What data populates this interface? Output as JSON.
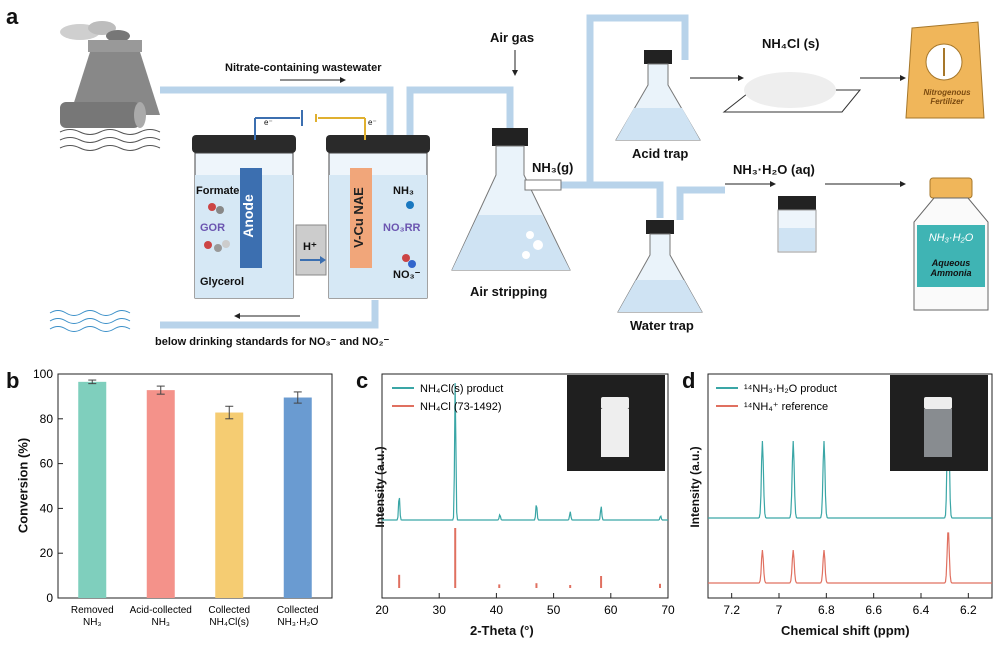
{
  "panel_a": {
    "letter": "a",
    "nitrate_wastewater": "Nitrate-containing wastewater",
    "below_standards": "below drinking standards for NO₃⁻ and NO₂⁻",
    "formate": "Formate",
    "gor": "GOR",
    "anode": "Anode",
    "glycerol": "Glycerol",
    "h_plus": "H⁺",
    "cathode": "V-Cu NAE",
    "nh3": "NH₃",
    "no3rr": "NO₃RR",
    "no3": "NO₃⁻",
    "e_left": "e⁻",
    "e_right": "e⁻",
    "air_gas": "Air gas",
    "nh3_gas": "NH₃(g)",
    "air_stripping": "Air stripping",
    "acid_trap": "Acid trap",
    "water_trap": "Water trap",
    "nh4cl_solid": "NH₄Cl (s)",
    "nh3_aq": "NH₃·H₂O (aq)",
    "fertilizer": "Nitrogenous Fertilizer",
    "bottle_formula": "NH₃·H₂O",
    "bottle_name": "Aqueous Ammonia"
  },
  "panel_b": {
    "letter": "b",
    "chart_data": {
      "type": "bar",
      "categories": [
        "Removed NH₃",
        "Acid-collected NH₃",
        "Collected NH₄Cl(s)",
        "Collected NH₃·H₂O"
      ],
      "values": [
        96.5,
        92.8,
        82.8,
        89.5
      ],
      "errors": [
        0.8,
        1.8,
        2.8,
        2.5
      ],
      "colors": [
        "#7fcfbd",
        "#f4928a",
        "#f5cc72",
        "#6a9bd1"
      ],
      "ylabel": "Conversion (%)",
      "ylim": [
        0,
        100
      ],
      "yticks": [
        0,
        20,
        40,
        60,
        80,
        100
      ]
    }
  },
  "panel_c": {
    "letter": "c",
    "chart_data": {
      "type": "line",
      "xlabel": "2-Theta (°)",
      "ylabel": "Intensity (a.u.)",
      "xlim": [
        20,
        70
      ],
      "xticks": [
        20,
        30,
        40,
        50,
        60,
        70
      ],
      "series": [
        {
          "name": "NH₄Cl(s) product",
          "color": "#3aa6a6",
          "peaks": [
            [
              23.0,
              0.18
            ],
            [
              32.8,
              1.0
            ],
            [
              40.6,
              0.04
            ],
            [
              47.0,
              0.12
            ],
            [
              52.9,
              0.06
            ],
            [
              58.3,
              0.1
            ],
            [
              68.7,
              0.03
            ]
          ]
        },
        {
          "name": "NH₄Cl (73-1492)",
          "color": "#e07060",
          "peaks": [
            [
              23.0,
              0.22
            ],
            [
              32.8,
              1.0
            ],
            [
              40.5,
              0.06
            ],
            [
              47.0,
              0.08
            ],
            [
              52.9,
              0.05
            ],
            [
              58.3,
              0.2
            ],
            [
              68.6,
              0.07
            ]
          ]
        }
      ]
    }
  },
  "panel_d": {
    "letter": "d",
    "chart_data": {
      "type": "line",
      "xlabel": "Chemical shift (ppm)",
      "ylabel": "Intensity (a.u.)",
      "xlim": [
        7.3,
        6.1
      ],
      "xticks": [
        7.2,
        7.0,
        6.8,
        6.6,
        6.4,
        6.2
      ],
      "series": [
        {
          "name": "¹⁴NH₃·H₂O product",
          "color": "#3aa6a6",
          "peaks": [
            [
              7.07,
              0.55
            ],
            [
              6.94,
              0.55
            ],
            [
              6.81,
              0.55
            ],
            [
              6.285,
              0.9
            ]
          ]
        },
        {
          "name": "¹⁴NH₄⁺ reference",
          "color": "#e07060",
          "peaks": [
            [
              7.07,
              0.55
            ],
            [
              6.94,
              0.55
            ],
            [
              6.81,
              0.55
            ],
            [
              6.285,
              0.9
            ]
          ]
        }
      ]
    }
  },
  "colors": {
    "pipe": "#b8d3ea",
    "cell_liquid": "#d6e8f5",
    "anode": "#3c6fb0",
    "cathode": "#f1a67a"
  }
}
